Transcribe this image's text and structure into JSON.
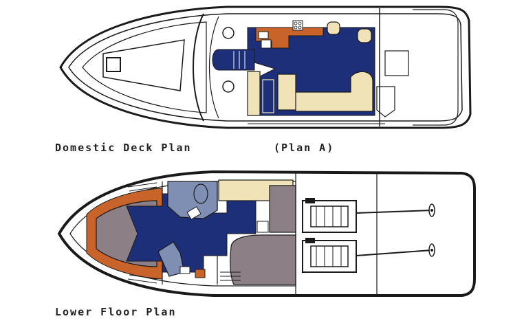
{
  "captions": {
    "deck": "Domestic Deck Plan",
    "plan_variant": "(Plan A)",
    "lower": "Lower Floor Plan"
  },
  "colors": {
    "navy": "#1e2f7a",
    "sand": "#f1e3b8",
    "copper": "#c8642a",
    "mauve": "#8c7f86",
    "slate": "#7f8fb3",
    "line": "#1a1a1a",
    "hull_fill": "#ffffff"
  },
  "icons": [
    "engine-icon",
    "propeller-icon",
    "helm-seat-icon",
    "grill-icon"
  ]
}
